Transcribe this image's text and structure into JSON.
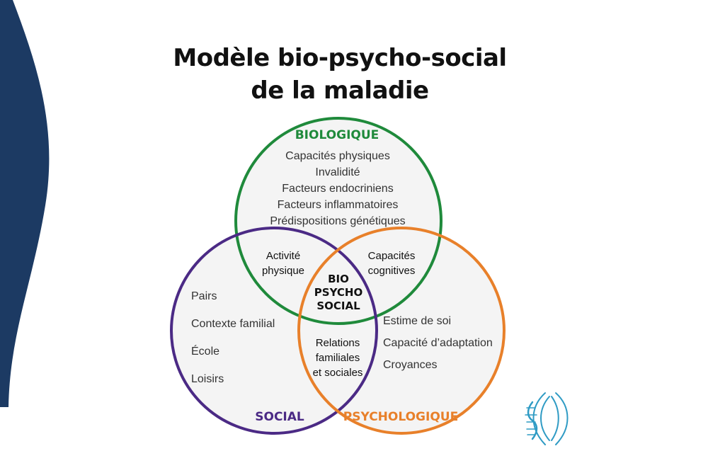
{
  "title": {
    "line1": "Modèle bio-psycho-social",
    "line2": "de la maladie"
  },
  "colors": {
    "side_wave": "#1c3a63",
    "biologique": "#1f8a3b",
    "social": "#4b2a85",
    "psychologique": "#e8802a",
    "center_text": "#111111",
    "item_text": "#333333",
    "circle_fill": "#f4f4f4",
    "logo": "#2f9bc4"
  },
  "circles": {
    "biologique": {
      "label": "BIOLOGIQUE",
      "items": [
        "Capacités physiques",
        "Invalidité",
        "Facteurs endocriniens",
        "Facteurs inflammatoires",
        "Prédispositions génétiques"
      ]
    },
    "social": {
      "label": "SOCIAL",
      "items": [
        "Pairs",
        "Contexte familial",
        "École",
        "Loisirs"
      ]
    },
    "psychologique": {
      "label": "PSYCHOLOGIQUE",
      "items": [
        "Estime de soi",
        "Capacité d’adaptation",
        "Croyances"
      ]
    }
  },
  "overlaps": {
    "bio_social": [
      "Activité",
      "physique"
    ],
    "bio_psycho": [
      "Capacités",
      "cognitives"
    ],
    "social_psycho": [
      "Relations",
      "familiales",
      "et sociales"
    ],
    "center": [
      "BIO",
      "PSYCHO",
      "SOCIAL"
    ]
  },
  "icons": {
    "logo": "spine-helix-logo"
  }
}
